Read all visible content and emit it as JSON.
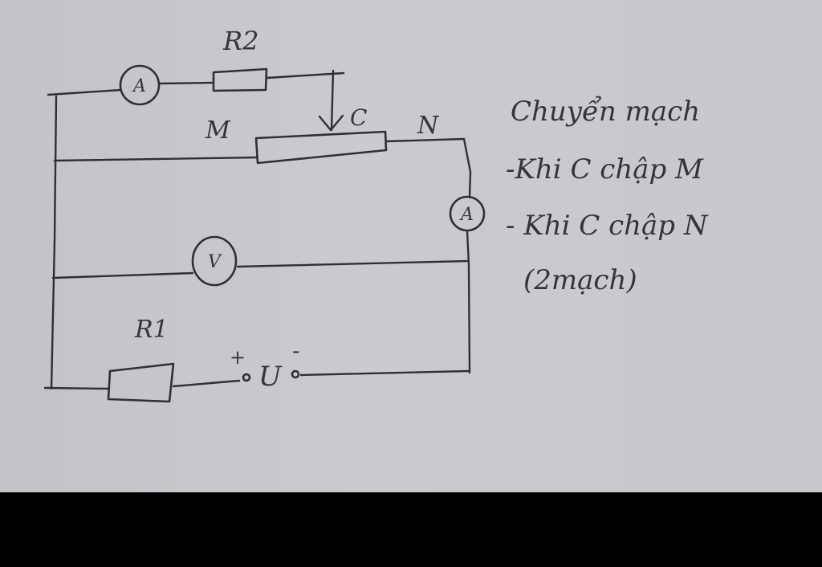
{
  "diagram": {
    "labels": {
      "r2": "R2",
      "r1": "R1",
      "m": "M",
      "n": "N",
      "c": "C",
      "u": "U",
      "plus": "+",
      "minus": "-",
      "ammeter_top": "A",
      "ammeter_right": "A",
      "voltmeter": "V"
    },
    "notes": [
      "Chuyển mạch",
      "-Khi C chập M",
      "- Khi C chập N",
      "(2mạch)"
    ]
  },
  "colors": {
    "paper": "#c8c8cc",
    "ink": "#2f2f35",
    "bottom_bar": "#000000"
  }
}
